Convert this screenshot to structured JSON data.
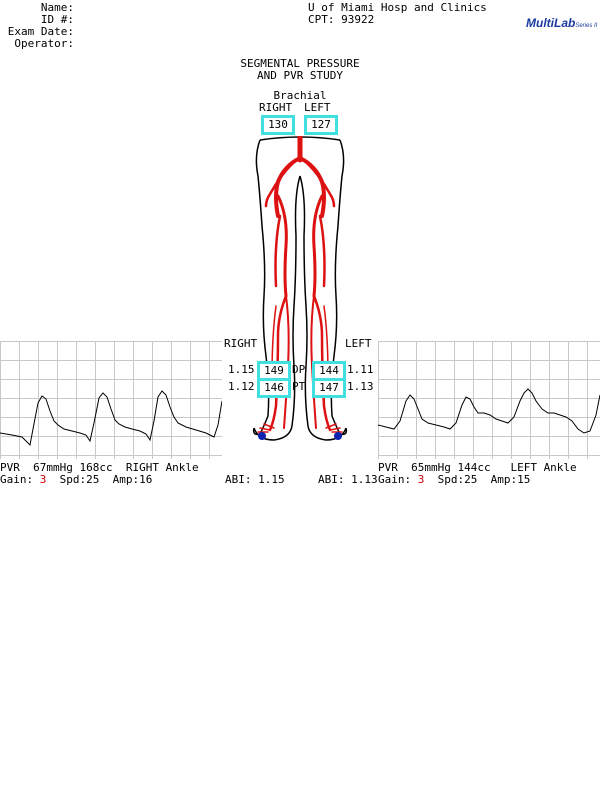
{
  "header": {
    "name_label": "Name:",
    "id_label": "ID #:",
    "exam_date_label": "Exam Date:",
    "operator_label": "Operator:",
    "institution": "U of Miami Hosp and Clinics",
    "cpt": "CPT: 93922",
    "logo_main": "MultiLab",
    "logo_series": "Series II"
  },
  "study": {
    "title_line1": "SEGMENTAL PRESSURE",
    "title_line2": "AND PVR STUDY"
  },
  "brachial": {
    "label": "Brachial",
    "right_label": "RIGHT",
    "left_label": "LEFT",
    "right_value": "130",
    "left_value": "127"
  },
  "ankle": {
    "right_label": "RIGHT",
    "left_label": "LEFT",
    "dp_label": "DP",
    "pt_label": "PT",
    "right_dp_index": "1.15",
    "right_dp": "149",
    "right_pt_index": "1.12",
    "right_pt": "146",
    "left_dp": "144",
    "left_dp_index": "1.11",
    "left_pt": "147",
    "left_pt_index": "1.13",
    "abi_right": "ABI: 1.15",
    "abi_left": "ABI: 1.13"
  },
  "pvr_right": {
    "line1": "PVR  67mmHg 168cc  RIGHT Ankle",
    "gain_label": "Gain: ",
    "gain_value": "3",
    "rest": "  Spd:25  Amp:16"
  },
  "pvr_left": {
    "line1": "PVR  65mmHg 144cc   LEFT Ankle",
    "gain_label": "Gain: ",
    "gain_value": "3",
    "rest": "  Spd:25  Amp:15"
  },
  "colors": {
    "box_border": "#40e0e0",
    "artery": "#dd1111",
    "grid": "#c8c8c8",
    "gain": "#cc0000"
  }
}
